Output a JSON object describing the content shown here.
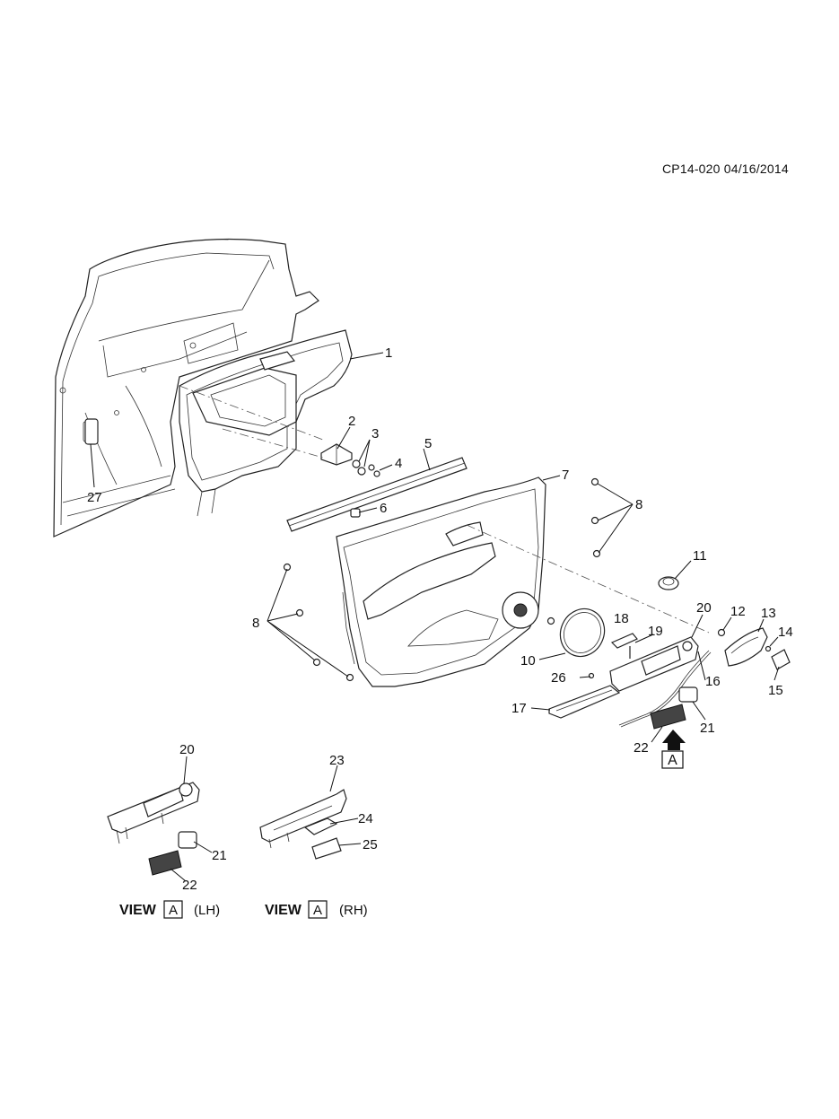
{
  "header": {
    "code": "CP14-020 04/16/2014"
  },
  "callouts": {
    "c1": "1",
    "c2": "2",
    "c3": "3",
    "c4": "4",
    "c5": "5",
    "c6": "6",
    "c7": "7",
    "c8": "8",
    "c10": "10",
    "c11": "11",
    "c12": "12",
    "c13": "13",
    "c14": "14",
    "c15": "15",
    "c16": "16",
    "c17": "17",
    "c18": "18",
    "c19": "19",
    "c20": "20",
    "c21": "21",
    "c22": "22",
    "c23": "23",
    "c24": "24",
    "c25": "25",
    "c26": "26",
    "c27": "27"
  },
  "view_marker": {
    "letter": "A"
  },
  "views": {
    "lh": {
      "word": "VIEW",
      "letter": "A",
      "side": "(LH)",
      "c20": "20",
      "c21": "21",
      "c22": "22"
    },
    "rh": {
      "word": "VIEW",
      "letter": "A",
      "side": "(RH)",
      "c23": "23",
      "c24": "24",
      "c25": "25"
    }
  }
}
